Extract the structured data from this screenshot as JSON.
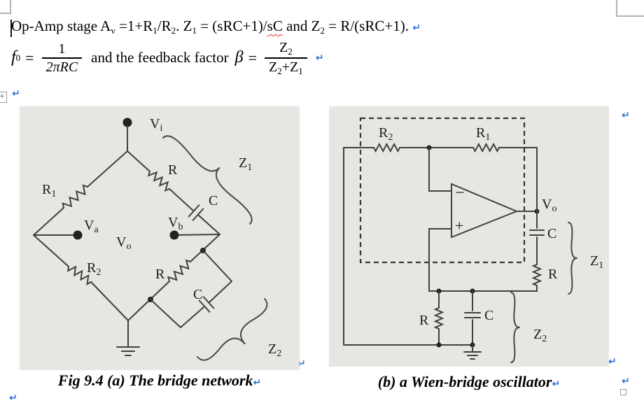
{
  "text": {
    "line1": {
      "p1": "Op-Amp stage A",
      "s1": "v",
      "p2": " =1+R",
      "s2": "1",
      "p3": "/R",
      "s3": "2",
      "p4": ". Z",
      "s4": "1",
      "p5": " = (sRC+1)/",
      "sp": "sC",
      "p6": " and Z",
      "s6": "2",
      "p7": " = R/(sRC+1)."
    },
    "formula": {
      "f": "f",
      "fs": "0",
      "eq1": "=",
      "num1": "1",
      "den1": "2πRC",
      "mid": "and the feedback factor",
      "beta": "β",
      "eq2": "=",
      "n2": "Z",
      "n2s": "2",
      "d1": "Z",
      "d1s": "2",
      "plus": "+",
      "d2": "Z",
      "d2s": "1"
    },
    "ret": "↵",
    "outline_plus": "+"
  },
  "fig_a": {
    "caption": "Fig 9.4 (a) The bridge network",
    "labels": {
      "vi": {
        "b": "V",
        "s": "i"
      },
      "r1": {
        "b": "R",
        "s": "1"
      },
      "r_top": "R",
      "c_top": "C",
      "va": {
        "b": "V",
        "s": "a"
      },
      "vo": {
        "b": "V",
        "s": "o"
      },
      "vb": {
        "b": "V",
        "s": "b"
      },
      "r2": {
        "b": "R",
        "s": "2"
      },
      "r_bot": "R",
      "c_bot": "C",
      "z1": {
        "b": "Z",
        "s": "1"
      },
      "z2": {
        "b": "Z",
        "s": "2"
      }
    }
  },
  "fig_b": {
    "caption": "(b) a Wien-bridge oscillator",
    "labels": {
      "r2": {
        "b": "R",
        "s": "2"
      },
      "r1": {
        "b": "R",
        "s": "1"
      },
      "vo": {
        "b": "V",
        "s": "o"
      },
      "c_z1": "C",
      "r_z1": "R",
      "r_z2": "R",
      "c_z2": "C",
      "z1": {
        "b": "Z",
        "s": "1"
      },
      "z2": {
        "b": "Z",
        "s": "2"
      },
      "minus": "−",
      "plus": "+"
    }
  },
  "colors": {
    "formatting_mark_blue": "#2e6fd6",
    "spellcheck_red": "#e33a2c",
    "figure_bg": "#e8e6e3",
    "circuit_line": "#42413c"
  }
}
